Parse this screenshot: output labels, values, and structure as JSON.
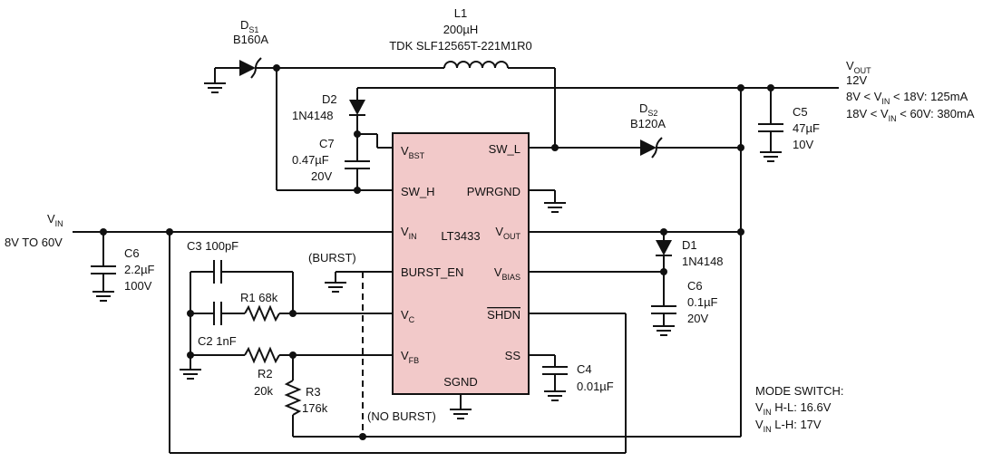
{
  "ic": {
    "name": "LT3433",
    "fill": "#f2c9c9",
    "pins": {
      "vbst": {
        "main": "V",
        "sub": "BST"
      },
      "sw_h": "SW_H",
      "vin": {
        "main": "V",
        "sub": "IN"
      },
      "burst_en": "BURST_EN",
      "vc": {
        "main": "V",
        "sub": "C"
      },
      "vfb": {
        "main": "V",
        "sub": "FB"
      },
      "sgnd": "SGND",
      "sw_l": "SW_L",
      "pwrgnd": "PWRGND",
      "vout": {
        "main": "V",
        "sub": "OUT"
      },
      "vbias": {
        "main": "V",
        "sub": "BIAS"
      },
      "shdn": "SHDN",
      "ss": "SS"
    }
  },
  "components": {
    "ds1": {
      "ref": "D",
      "ref_sub": "S1",
      "value": "B160A"
    },
    "l1": {
      "ref": "L1",
      "value": "200µH",
      "part": "TDK SLF12565T-221M1R0"
    },
    "d2": {
      "ref": "D2",
      "value": "1N4148"
    },
    "c7": {
      "ref": "C7",
      "value": "0.47µF",
      "voltage": "20V"
    },
    "ds2": {
      "ref": "D",
      "ref_sub": "S2",
      "value": "B120A"
    },
    "c5": {
      "ref": "C5",
      "value": "47µF",
      "voltage": "10V"
    },
    "c6_in": {
      "ref": "C6",
      "value": "2.2µF",
      "voltage": "100V"
    },
    "c3": {
      "ref": "C3",
      "value": "100pF"
    },
    "r1": {
      "ref": "R1",
      "value": "68k"
    },
    "c2": {
      "ref": "C2",
      "value": "1nF"
    },
    "r2": {
      "ref": "R2",
      "value": "20k"
    },
    "r3": {
      "ref": "R3",
      "value": "176k"
    },
    "d1": {
      "ref": "D1",
      "value": "1N4148"
    },
    "c6_bias": {
      "ref": "C6",
      "value": "0.1µF",
      "voltage": "20V"
    },
    "c4": {
      "ref": "C4",
      "value": "0.01µF"
    }
  },
  "input": {
    "label": "V",
    "label_sub": "IN",
    "range": "8V TO 60V"
  },
  "output": {
    "label": "V",
    "label_sub": "OUT",
    "voltage": "12V",
    "spec1": {
      "pre": "8V < V",
      "sub": "IN",
      "post": " < 18V: 125mA"
    },
    "spec2": {
      "pre": "18V < V",
      "sub": "IN",
      "post": " < 60V: 380mA"
    }
  },
  "burst": {
    "on": "(BURST)",
    "off": "(NO BURST)"
  },
  "mode_switch": {
    "title": "MODE SWITCH:",
    "hl": {
      "pre": "V",
      "sub": "IN",
      "post": " H-L: 16.6V"
    },
    "lh": {
      "pre": "V",
      "sub": "IN",
      "post": " L-H: 17V"
    }
  }
}
